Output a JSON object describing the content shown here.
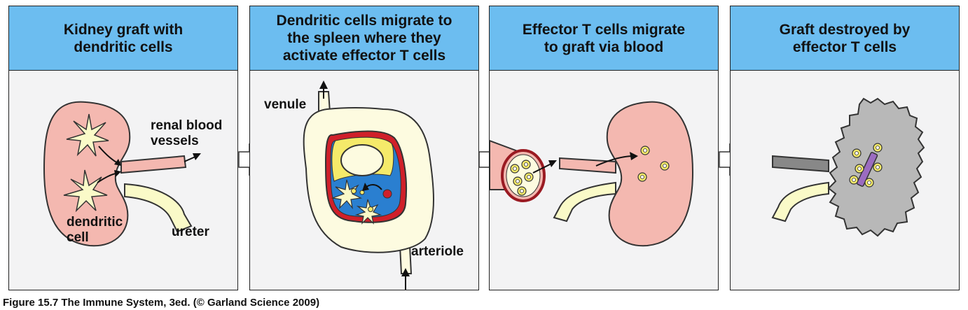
{
  "panels": [
    {
      "title_lines": [
        "Kidney graft with",
        "dendritic cells"
      ],
      "labels": {
        "renal_vessels_1": "renal blood",
        "renal_vessels_2": "vessels",
        "dendritic_1": "dendritic",
        "dendritic_2": "cell",
        "ureter": "ureter"
      }
    },
    {
      "title_lines": [
        "Dendritic cells migrate to",
        "the spleen where they",
        "activate effector T cells"
      ],
      "labels": {
        "venule": "venule",
        "arteriole": "arteriole"
      }
    },
    {
      "title_lines": [
        "Effector T cells migrate",
        "to graft via blood"
      ]
    },
    {
      "title_lines": [
        "Graft destroyed by",
        "effector T cells"
      ]
    }
  ],
  "caption": "Figure 15.7 The Immune System, 3ed. (© Garland Science 2009)",
  "colors": {
    "header": "#6cbdf0",
    "kidney": "#f4b8b0",
    "spleen_outer": "#fdfbe0",
    "spleen_blue": "#2a7fd0",
    "spleen_red": "#d0202a",
    "t_cell": "#f5ea6a",
    "dead_graft": "#b8b8b8",
    "ureter": "#fafac8"
  }
}
